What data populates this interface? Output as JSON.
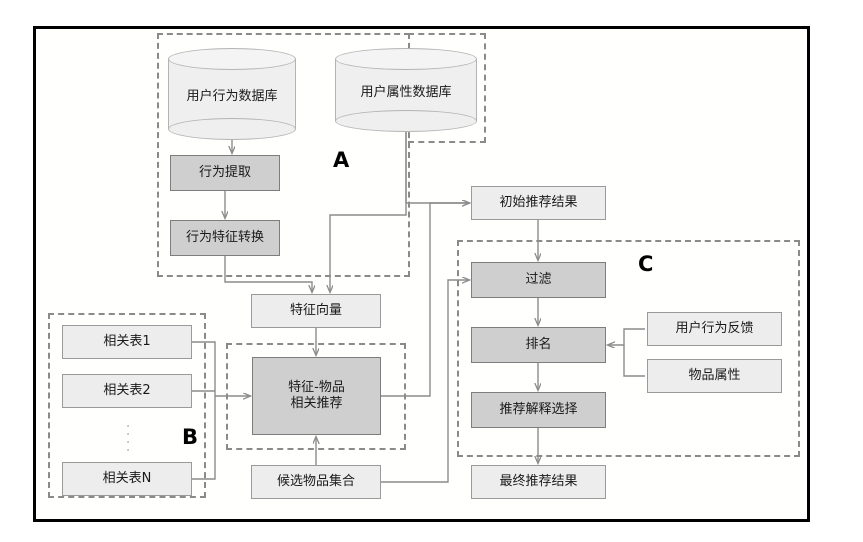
{
  "diagram": {
    "title": "Recommendation System Architecture Flowchart",
    "colors": {
      "frame": "#000000",
      "group_dash": "#8a8a8a",
      "node_light_fill": "#ededed",
      "node_dark_fill": "#cfcfcf",
      "node_border": "#9a9a9a",
      "connector": "#8c8c8c",
      "cylinder_fill": "#efefef"
    },
    "groups": [
      {
        "id": "A",
        "label": "A"
      },
      {
        "id": "B",
        "label": "B"
      },
      {
        "id": "C",
        "label": "C"
      },
      {
        "id": "core",
        "label": ""
      }
    ],
    "databases": [
      {
        "id": "db-user-behavior",
        "label": "用户行为数据库"
      },
      {
        "id": "db-user-attribute",
        "label": "用户属性数据库"
      }
    ],
    "nodes": [
      {
        "id": "behavior-extraction",
        "label": "行为提取",
        "style": "dark"
      },
      {
        "id": "behavior-feature-transform",
        "label": "行为特征转换",
        "style": "dark"
      },
      {
        "id": "feature-vector",
        "label": "特征向量",
        "style": "light"
      },
      {
        "id": "relation-table-1",
        "label": "相关表1",
        "style": "light"
      },
      {
        "id": "relation-table-2",
        "label": "相关表2",
        "style": "light"
      },
      {
        "id": "relation-table-n",
        "label": "相关表N",
        "style": "light"
      },
      {
        "id": "feature-item-recommend",
        "label": "特征-物品\n相关推荐",
        "line1": "特征-物品",
        "line2": "相关推荐",
        "style": "dark"
      },
      {
        "id": "candidate-item-set",
        "label": "候选物品集合",
        "style": "light"
      },
      {
        "id": "initial-recommend-result",
        "label": "初始推荐结果",
        "style": "light"
      },
      {
        "id": "filter",
        "label": "过滤",
        "style": "dark"
      },
      {
        "id": "ranking",
        "label": "排名",
        "style": "dark"
      },
      {
        "id": "recommend-explanation-select",
        "label": "推荐解释选择",
        "style": "dark"
      },
      {
        "id": "final-recommend-result",
        "label": "最终推荐结果",
        "style": "light"
      },
      {
        "id": "user-behavior-feedback",
        "label": "用户行为反馈",
        "style": "light"
      },
      {
        "id": "item-attribute",
        "label": "物品属性",
        "style": "light"
      }
    ],
    "ellipsis": "⋮"
  }
}
